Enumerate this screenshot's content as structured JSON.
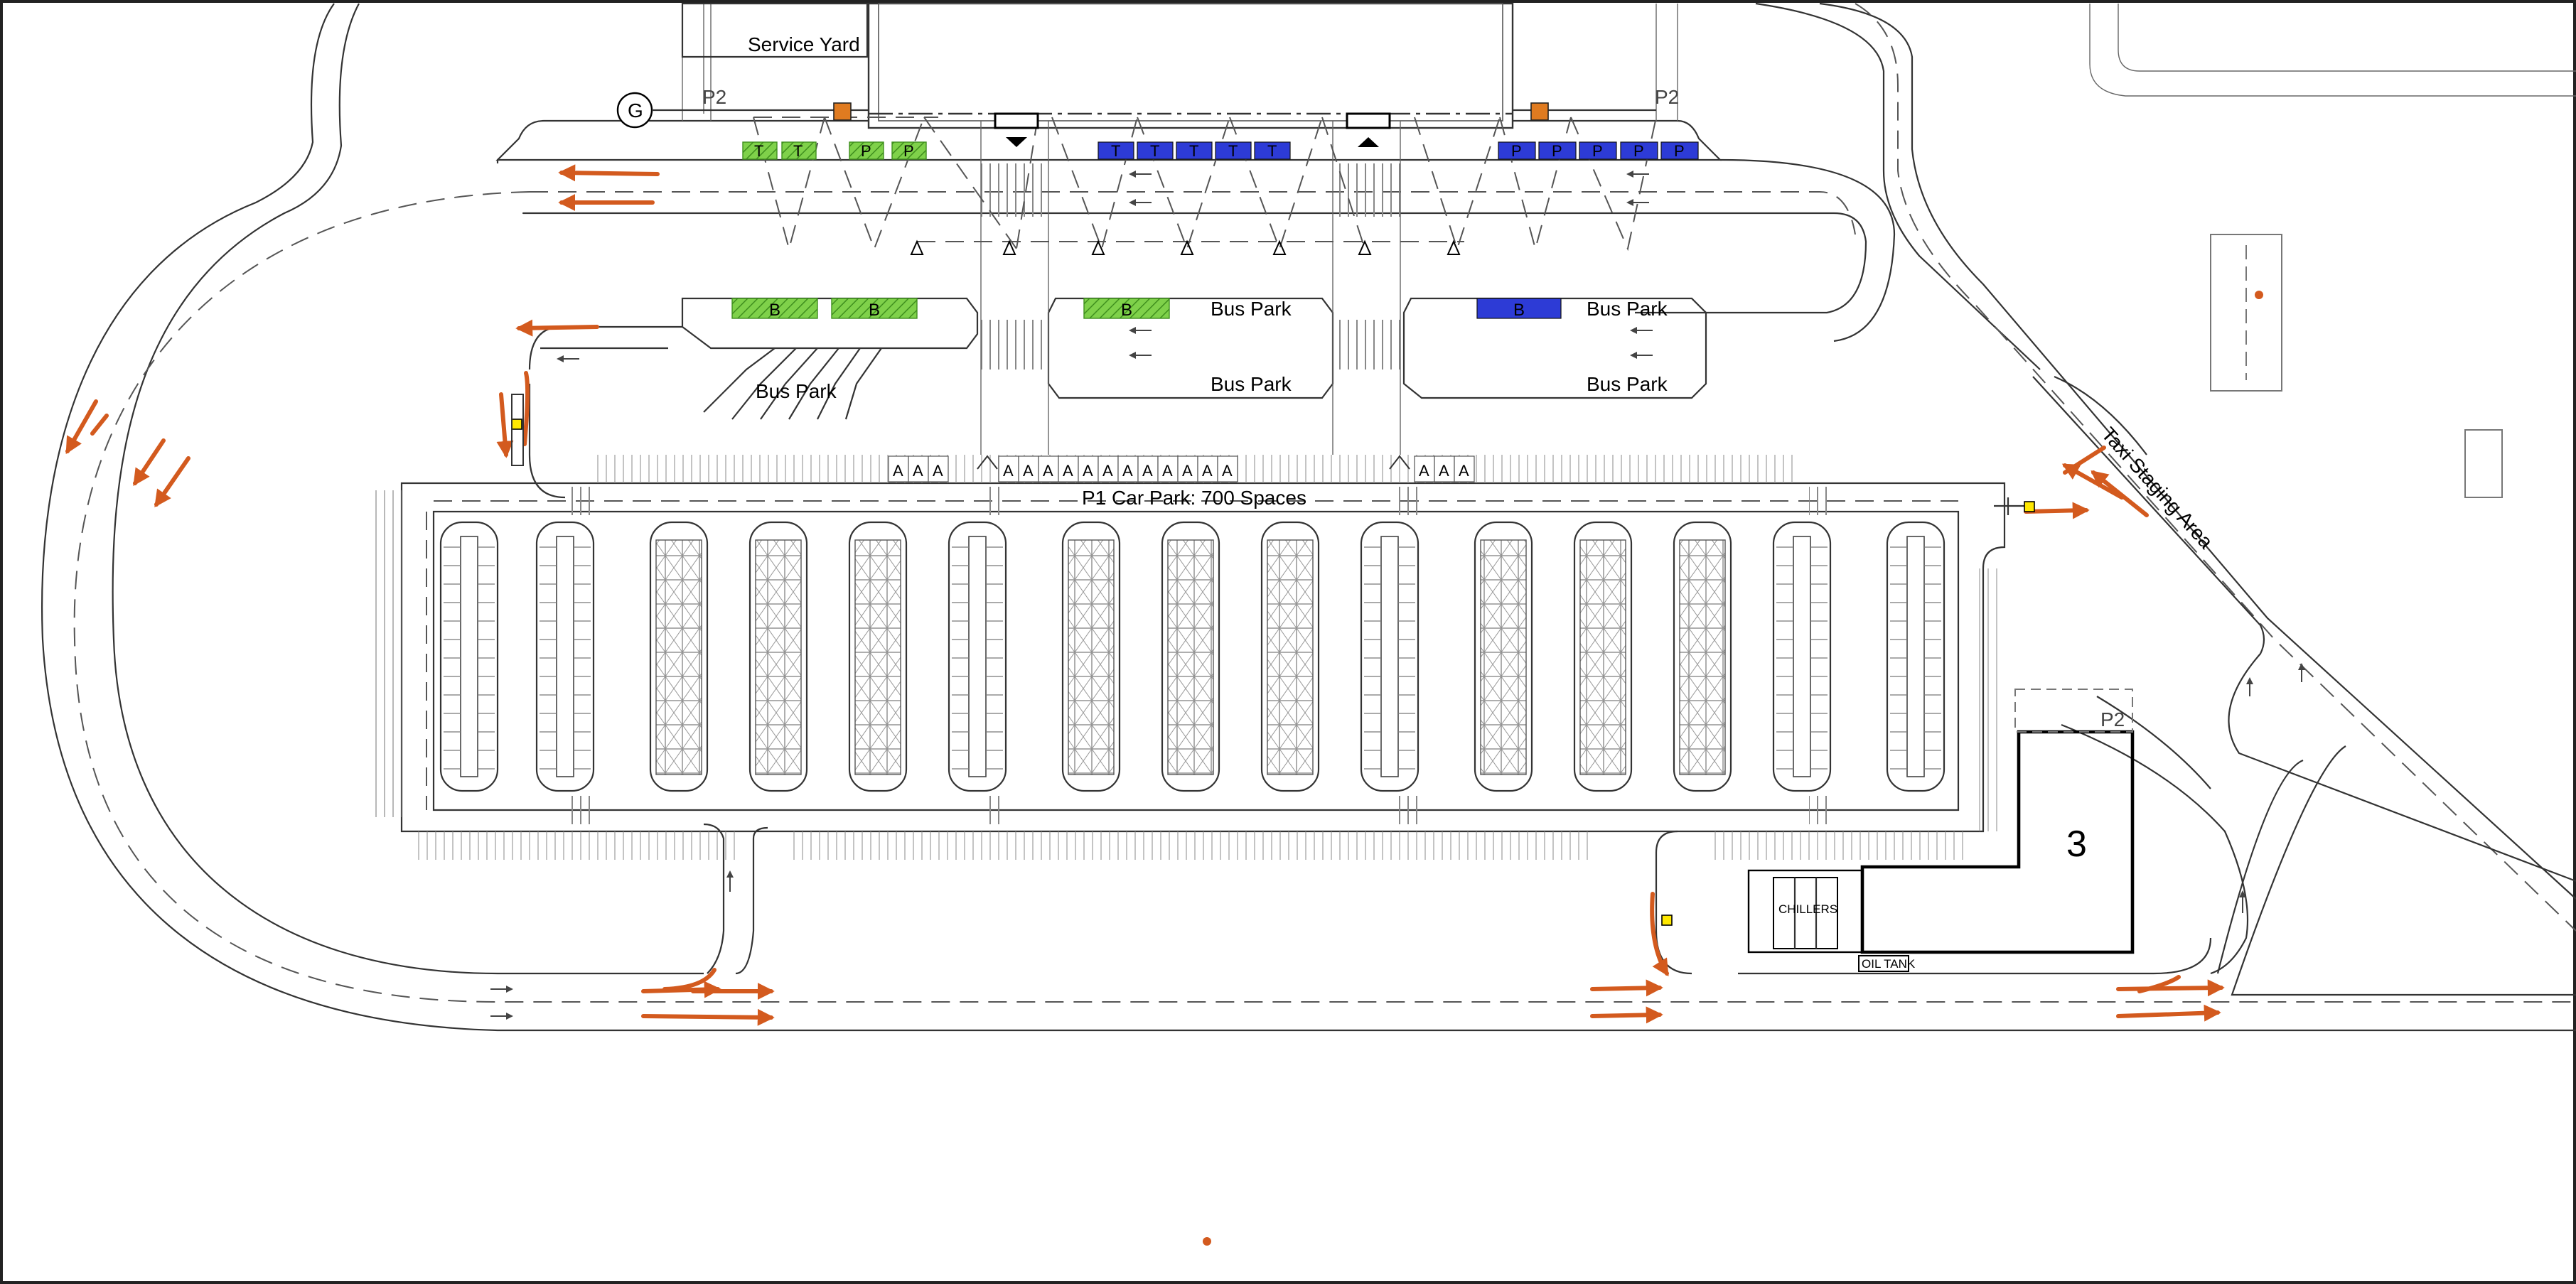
{
  "plan": {
    "labels": {
      "service_yard": "Service Yard",
      "gate": "G",
      "p2_left": "P2",
      "p2_right": "P2",
      "p2_building": "P2",
      "bus_park_1": "Bus Park",
      "bus_park_2": "Bus Park",
      "bus_park_3": "Bus Park",
      "bus_park_4": "Bus Park",
      "bus_park_5": "Bus Park",
      "car_park": "P1 Car Park: 700 Spaces",
      "taxi_staging": "Taxi Staging Area",
      "building_number": "3",
      "chillers": "CHILLERS",
      "oil_tank": "OIL TANK"
    },
    "bay_letters": {
      "taxi": "T",
      "private": "P",
      "bus": "B",
      "accessible": "A"
    },
    "colors": {
      "green_bay": "#7fd14a",
      "green_stroke": "#3f8f1e",
      "blue_bay": "#2d3bd6",
      "traffic_arrow": "#d35a1e",
      "utility_box": "#e07b20",
      "marker": "#ffe800"
    }
  }
}
